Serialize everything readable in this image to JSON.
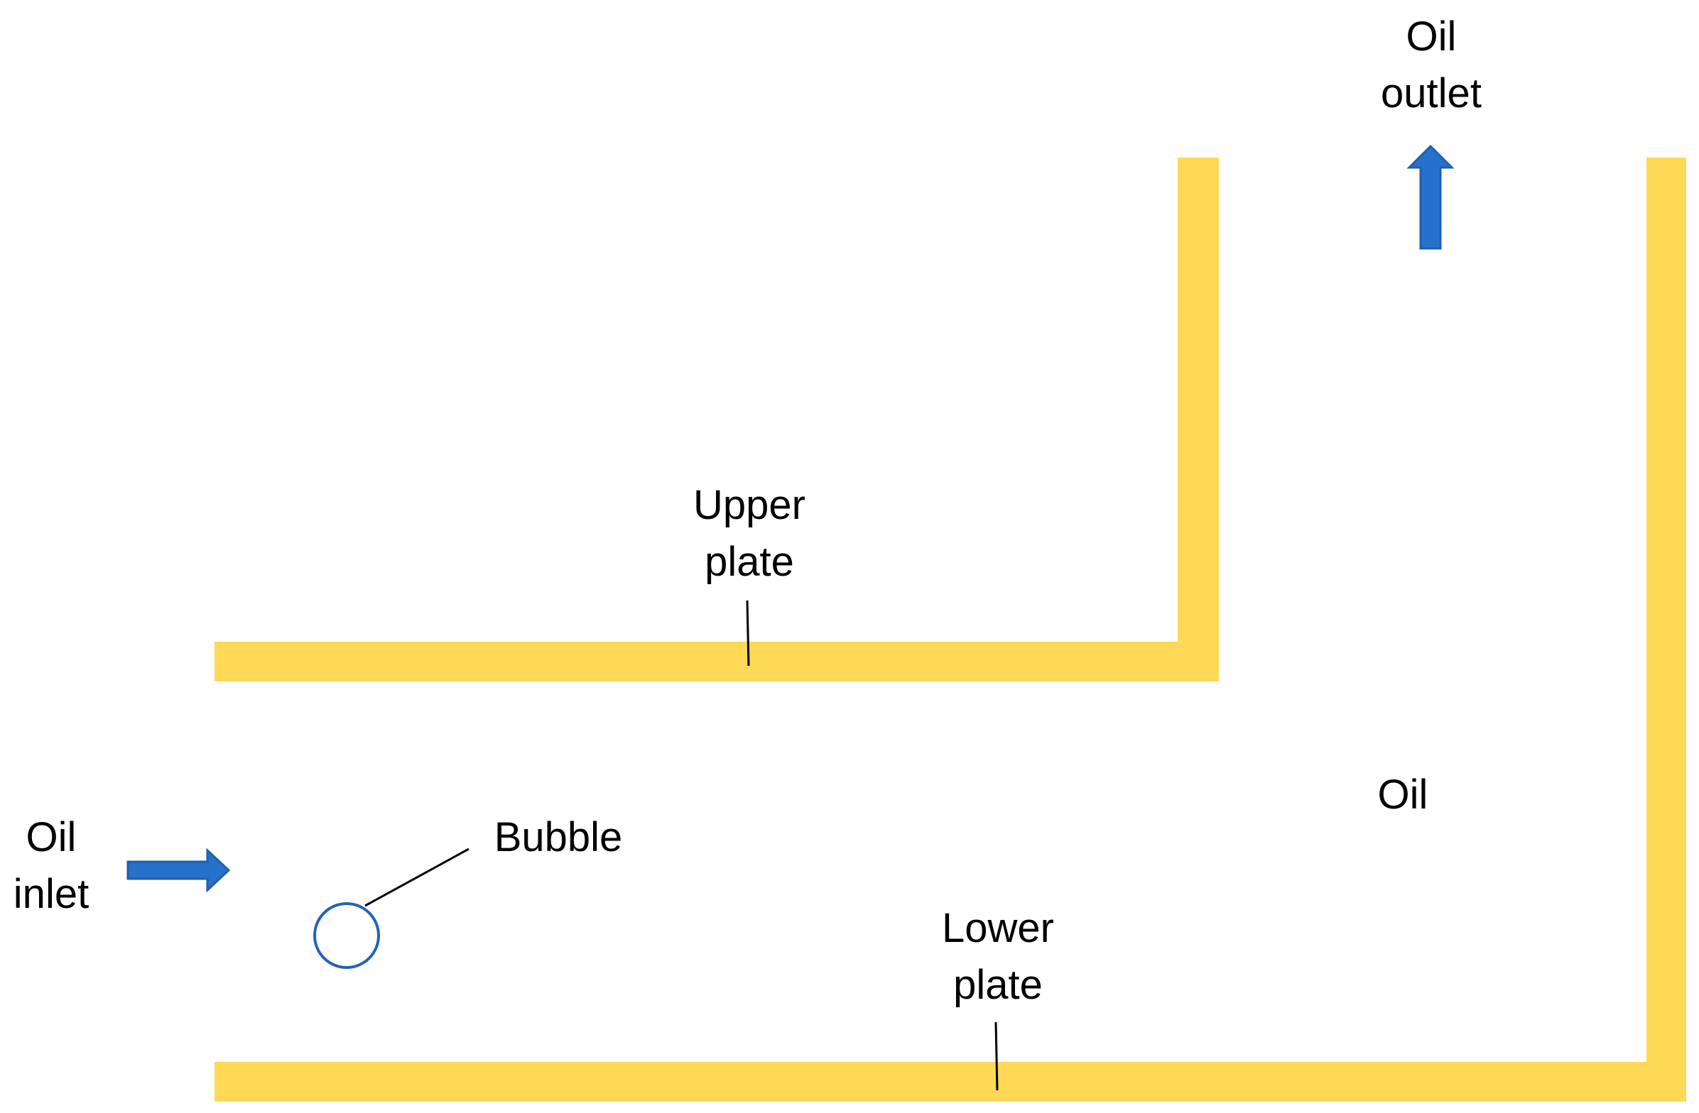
{
  "diagram": {
    "labels": {
      "oil_outlet": [
        "Oil",
        "outlet"
      ],
      "upper_plate": [
        "Upper",
        "plate"
      ],
      "oil": "Oil",
      "oil_inlet": [
        "Oil",
        "inlet"
      ],
      "bubble": "Bubble",
      "lower_plate": [
        "Lower",
        "plate"
      ]
    },
    "colors": {
      "plate": "#FFD955",
      "arrow": "#2671C9",
      "arrow_edge": "#1F5FAF",
      "bubble_outline": "#2164B8",
      "leader_line": "#000000"
    },
    "icons": {
      "inlet_arrow": "arrow-right-icon",
      "outlet_arrow": "arrow-up-icon"
    }
  }
}
